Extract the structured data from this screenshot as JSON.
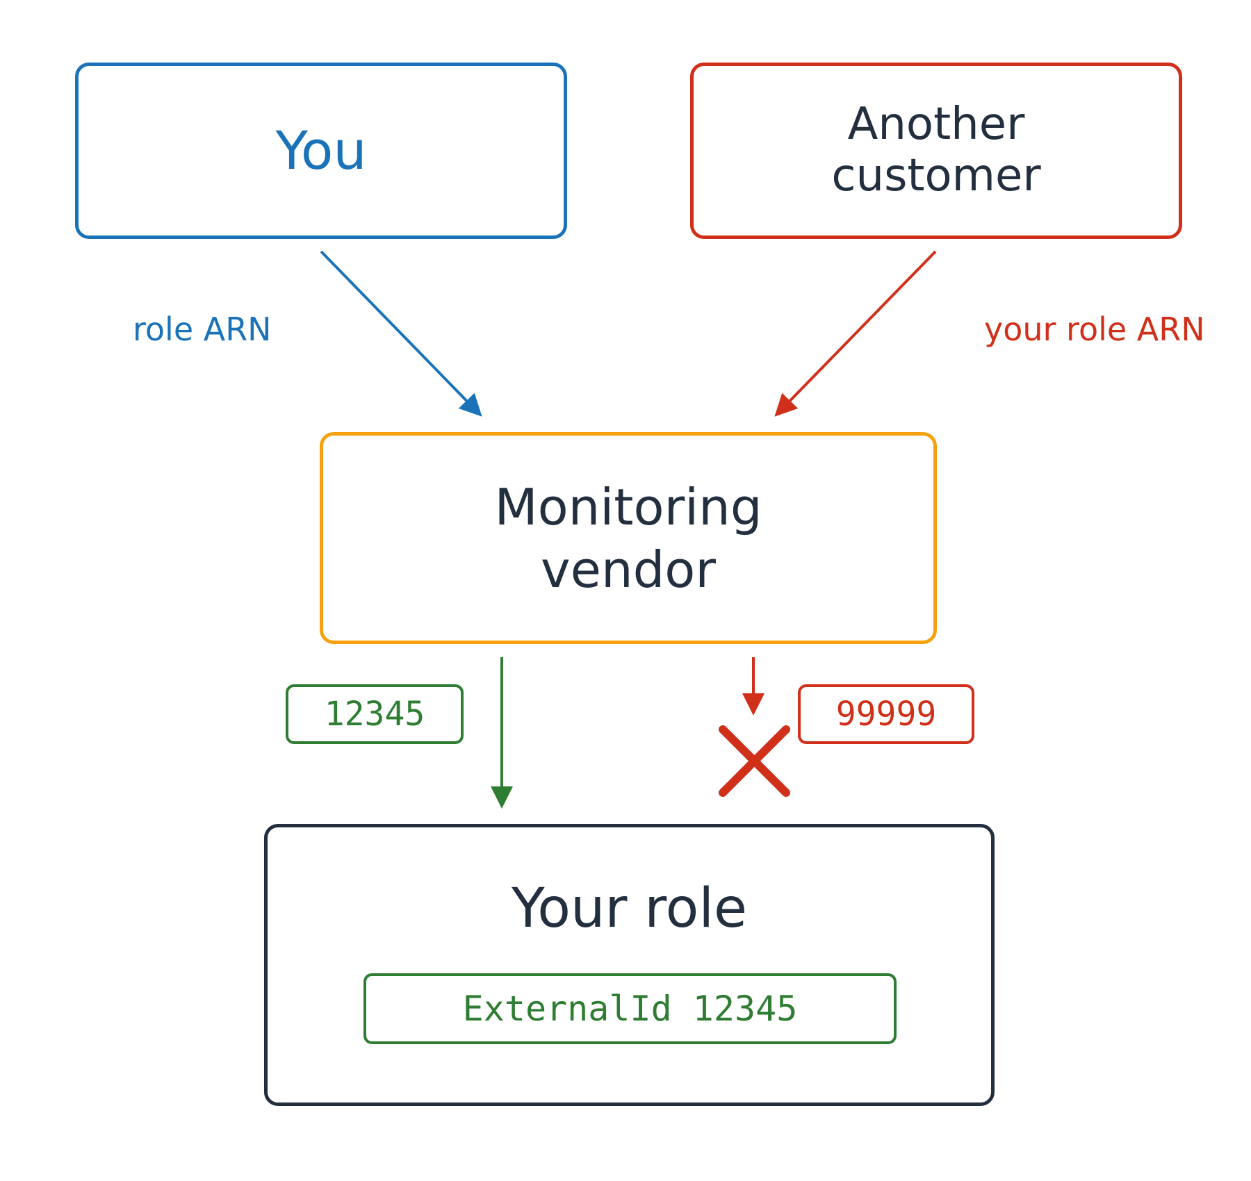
{
  "nodes": {
    "you": {
      "label": "You"
    },
    "another_customer": {
      "line1": "Another",
      "line2": "customer"
    },
    "vendor": {
      "line1": "Monitoring",
      "line2": "vendor"
    },
    "your_role": {
      "label": "Your role",
      "external_id": "ExternalId 12345"
    }
  },
  "edges": {
    "you_to_vendor": {
      "label": "role ARN",
      "color": "#1a73b8"
    },
    "another_to_vendor": {
      "label": "your role ARN",
      "color": "#d0301a"
    },
    "vendor_to_role_allowed": {
      "external_id": "12345",
      "color": "#2e7d32"
    },
    "vendor_to_role_denied": {
      "external_id": "99999",
      "color": "#d0301a",
      "icon": "x-denied-icon"
    }
  },
  "colors": {
    "you": "#1a73b8",
    "another_customer": "#d0301a",
    "vendor": "#f5a10f",
    "role": "#232f3e",
    "allowed": "#2e7d32",
    "denied": "#d0301a"
  }
}
